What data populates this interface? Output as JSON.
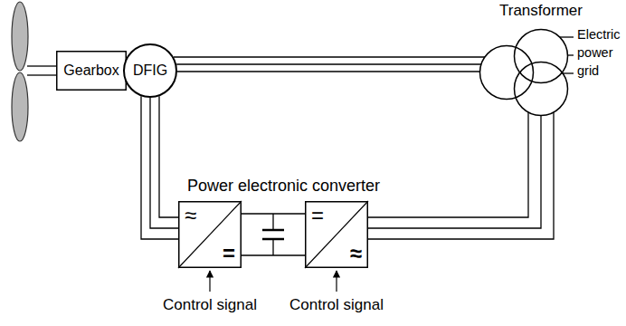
{
  "diagram": {
    "nodes": [
      {
        "text": [
          "Gearbox"
        ]
      },
      {
        "text": [
          "DFIG"
        ]
      },
      {
        "text": [
          "Transformer"
        ]
      },
      {
        "text": [
          "≈",
          "="
        ]
      },
      {
        "text": [
          "=",
          "≈"
        ]
      }
    ],
    "edges": [
      {
        "from": 0,
        "to": 1,
        "arrow": "none"
      },
      {
        "from": 1,
        "to": 2,
        "arrow": "none"
      },
      {
        "from": 1,
        "to": 3,
        "arrow": "none"
      },
      {
        "from": 3,
        "to": 4,
        "arrow": "none"
      },
      {
        "from": 4,
        "to": 2,
        "arrow": "none"
      }
    ],
    "labels": [
      "Electric power grid",
      "Power electronic converter",
      "Control signal",
      "Control signal"
    ]
  }
}
